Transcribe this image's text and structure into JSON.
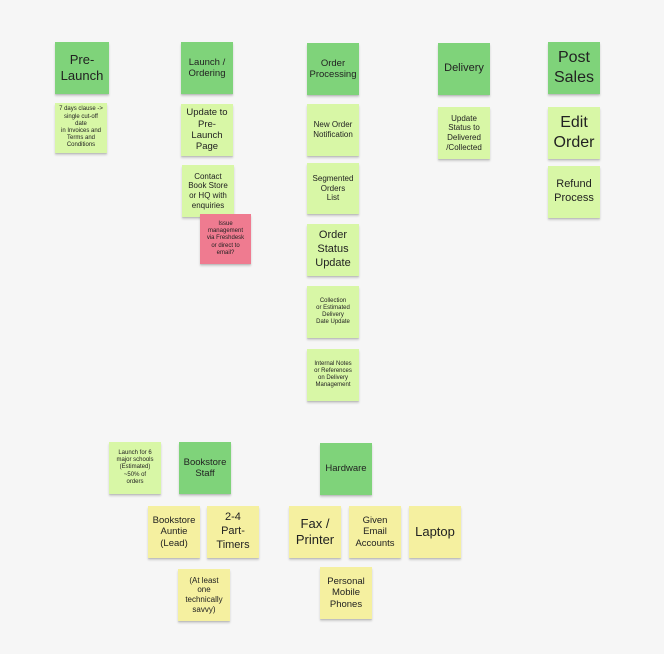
{
  "notes": {
    "pre_launch": "Pre-\nLaunch",
    "pre_launch_clause": "7 days clause ->\nsingle cut-off date\nin Invoices and\nTerms and\nConditions",
    "launch_ordering": "Launch /\nOrdering",
    "update_pre_launch_page": "Update to\nPre-Launch\nPage",
    "contact_book_store": "Contact\nBook Store\nor HQ with\nenquiries",
    "issue_management": "Issue\nmanagement\nvia Freshdesk\nor direct to\nemail?",
    "order_processing": "Order\nProcessing",
    "new_order_notification": "New Order\nNotification",
    "segmented_orders_list": "Segmented\nOrders\nList",
    "order_status_update": "Order\nStatus\nUpdate",
    "collection_estimated_delivery": "Collection\nor Estimated\nDelivery\nDate Update",
    "internal_notes": "Internal Notes\nor References\non Delivery\nManagement",
    "delivery": "Delivery",
    "update_status_delivered": "Update\nStatus to\nDelivered\n/Collected",
    "post_sales": "Post\nSales",
    "edit_order": "Edit\nOrder",
    "refund_process": "Refund\nProcess",
    "launch_for_schools": "Launch for 6\nmajor schools\n(Estimated)\n~50% of\norders",
    "bookstore_staff": "Bookstore\nStaff",
    "bookstore_auntie": "Bookstore\nAuntie\n(Lead)",
    "part_timers": "2-4\nPart-\nTimers",
    "technically_savvy": "(At least\none\ntechnically\nsavvy)",
    "hardware": "Hardware",
    "fax_printer": "Fax /\nPrinter",
    "given_email_accounts": "Given\nEmail\nAccounts",
    "laptop": "Laptop",
    "personal_mobile_phones": "Personal\nMobile\nPhones"
  },
  "colors": {
    "dark_green": "#7fd37a",
    "light_green": "#d8f7a6",
    "yellow": "#f5f0a0",
    "pink": "#ef7b90",
    "background": "#f6f6f6"
  }
}
